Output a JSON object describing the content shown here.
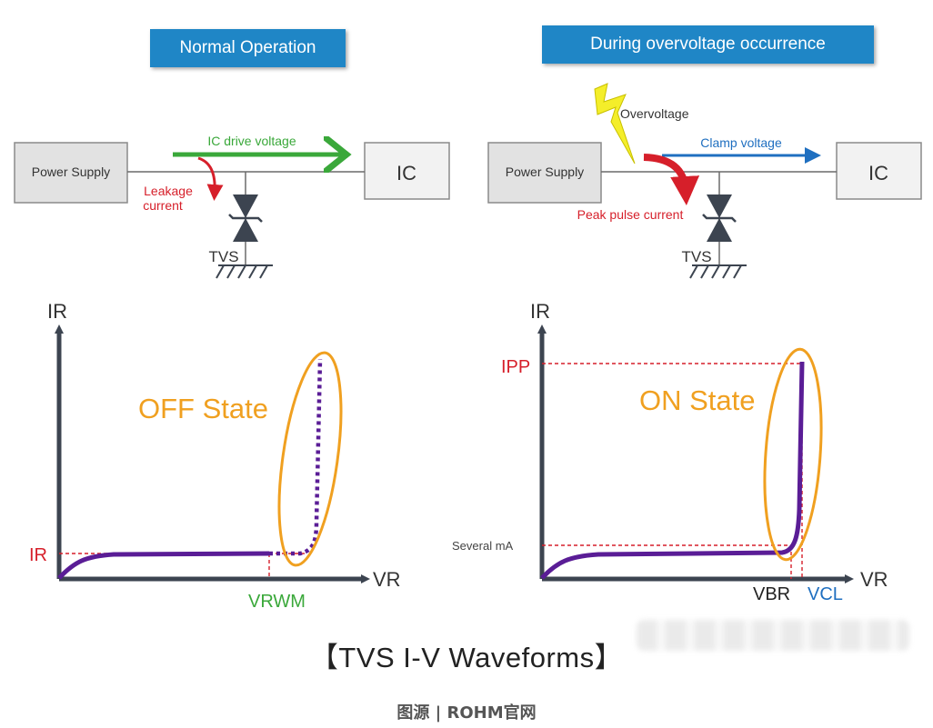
{
  "left": {
    "header": "Normal Operation",
    "power_supply": "Power Supply",
    "ic": "IC",
    "drive_voltage": "IC drive voltage",
    "leakage_line1": "Leakage",
    "leakage_line2": "current",
    "tvs": "TVS",
    "graph": {
      "y_axis": "IR",
      "x_axis": "VR",
      "y_marker": "IR",
      "x_marker": "VRWM",
      "state_label": "OFF State"
    }
  },
  "right": {
    "header": "During overvoltage occurrence",
    "power_supply": "Power Supply",
    "ic": "IC",
    "overvoltage": "Overvoltage",
    "clamp_voltage": "Clamp voltage",
    "peak_pulse": "Peak pulse current",
    "tvs": "TVS",
    "graph": {
      "y_axis": "IR",
      "x_axis": "VR",
      "ipp_marker": "IPP",
      "several_ma": "Several mA",
      "vbr_marker": "VBR",
      "vcl_marker": "VCL",
      "state_label": "ON State"
    }
  },
  "caption": "【TVS I-V Waveforms】",
  "source": "图源 | ROHM官网",
  "colors": {
    "header_bg": "#1f86c6",
    "green": "#3aa83a",
    "red": "#d61f2a",
    "blue": "#1f6fc0",
    "purple": "#5a1d96",
    "orange": "#f0a020",
    "axis": "#3c4450"
  }
}
